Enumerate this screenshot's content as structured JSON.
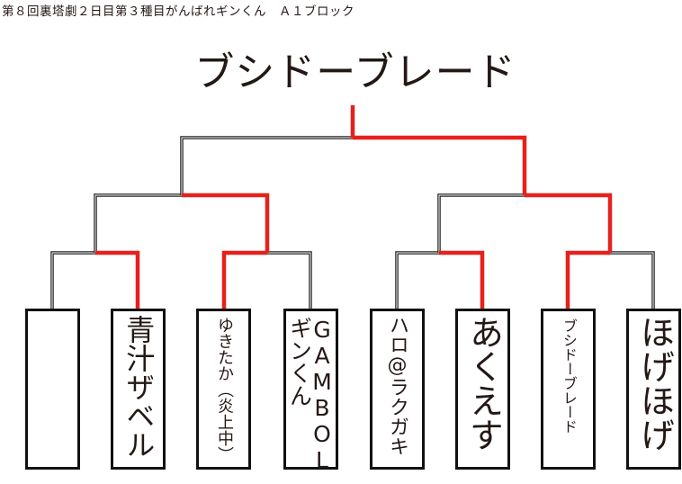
{
  "header": "第８回裏塔劇２日目第３種目がんばれギンくん　Ａ１ブロック",
  "champion": "ブシドーブレード",
  "colors": {
    "winner_line": "#e6211c",
    "loser_line": "#222222"
  },
  "entrants": [
    {
      "name": "",
      "win_r1": false
    },
    {
      "name": "青汁ザベル",
      "win_r1": true
    },
    {
      "name": "ゆきたか（炎上中）",
      "win_r1": true
    },
    {
      "name": "GAMBOL\nギンくん",
      "win_r1": false
    },
    {
      "name": "ハロ@ラクガキ",
      "win_r1": false
    },
    {
      "name": "あくえす",
      "win_r1": true
    },
    {
      "name": "ブシドーブレード",
      "win_r1": true
    },
    {
      "name": "ほげほげ",
      "win_r1": false
    }
  ],
  "semifinal_winners": [
    "ゆきたか（炎上中）",
    "ブシドーブレード"
  ],
  "final_winner": "ブシドーブレード"
}
